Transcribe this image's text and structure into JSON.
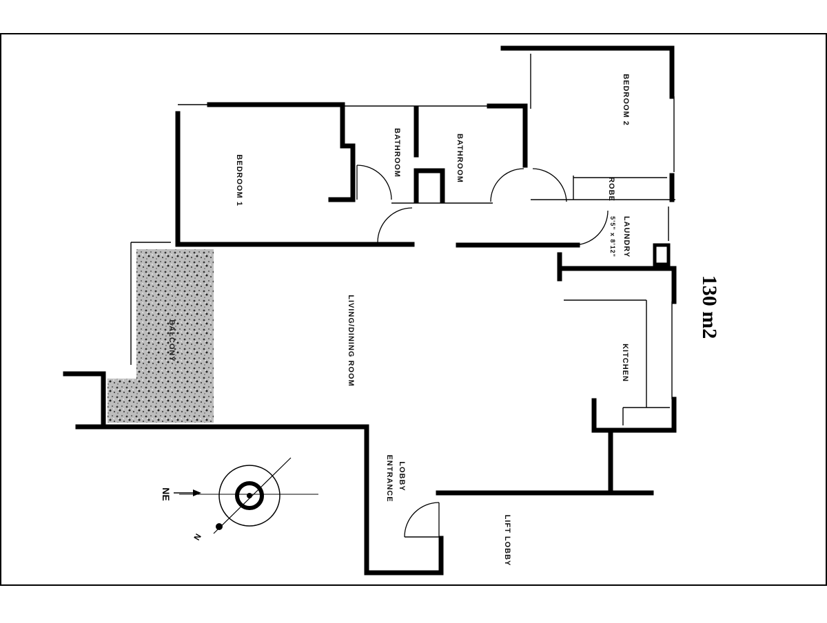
{
  "rooms": {
    "bedroom_1": "BEDROOM 1",
    "bedroom_2": "BEDROOM 2",
    "bathroom_1": "BATHROOM",
    "bathroom_2": "BATHROOM",
    "laundry": "LAUNDRY",
    "laundry_dims": "5'5\" x 8'12\"",
    "robe": "ROBE",
    "living_dining": "LIVING/DINING ROOM",
    "kitchen": "KITCHEN",
    "balcony": "BALCONY",
    "entrance_lobby_1": "ENTRANCE",
    "entrance_lobby_2": "LOBBY",
    "lift_lobby": "LIFT LOBBY"
  },
  "area": "130 m2",
  "compass": {
    "primary": "NE",
    "secondary": "N"
  },
  "colors": {
    "wall": "#000000",
    "background": "#ffffff",
    "balcony_fill": "#9a9a9a"
  }
}
